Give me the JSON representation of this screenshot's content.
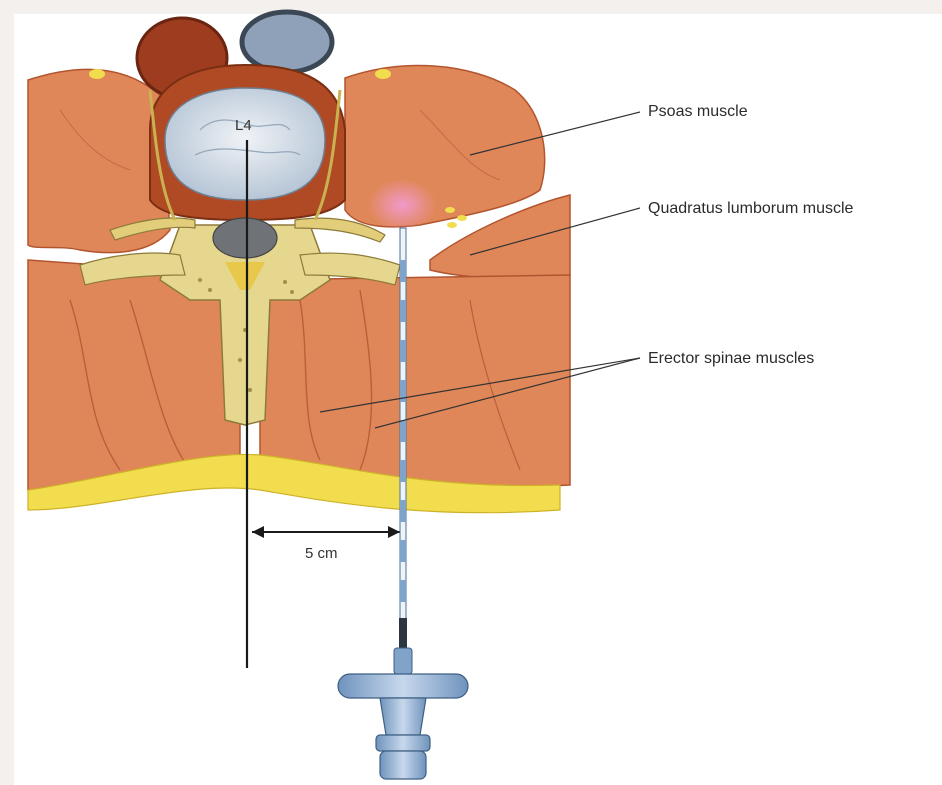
{
  "labels": {
    "vertebra": "L4",
    "psoas": "Psoas muscle",
    "quadratus": "Quadratus lumborum muscle",
    "erector": "Erector spinae muscles",
    "distance": "5 cm"
  },
  "colors": {
    "muscle": "#e0875a",
    "muscle_dark": "#b2552e",
    "fat": "#f2dd4f",
    "bone": "#e6d78e",
    "disc": "#c9d6e3",
    "nerve": "#e2cd7a",
    "needle_blue": "#7fa3c9",
    "pink_target": "#f39ad1"
  },
  "icons": [
    "needle-icon",
    "target-blush-icon"
  ]
}
